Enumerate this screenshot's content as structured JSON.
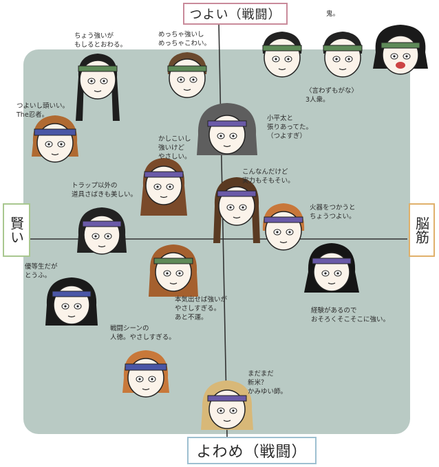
{
  "axes": {
    "top": "つよい（戦闘）",
    "bottom": "よわめ（戦闘）",
    "left": "賢い",
    "right": "脳筋"
  },
  "notes": {
    "oni": "鬼。",
    "trio": "〈言わずもがな〉\n3人衆。",
    "n1": "ちょう強いが\nもしるとおわる。",
    "n2": "めっちゃ強いし\nめっちゃこわい。",
    "n3": "つよいし頭いい。\nThe忍者。",
    "n4": "小平太と\n張りあってた。\n（つよすぎ）",
    "n5": "かしこいし\n強いけど\nやさしい。",
    "n6": "こんなんだけど\n実力もそもそい。",
    "n7": "トラップ以外の\n道具さばきも美しい。",
    "n8": "火器をつかうと\nちょうつよい。",
    "n9": "優等生だが\nとうふ。",
    "n10": "本気出せば強いが\nやさしすぎる。\nあと不運。",
    "n11": "経験があるので\nおそろくそこそこに強い。",
    "n12": "戦闘シーンの\n人徳。やさしすぎる。",
    "n13": "まだまだ\n新米？\nかみゆい師。"
  },
  "colors": {
    "panel": "#b9cac4",
    "axis_top_border": "#c98a9a",
    "axis_bottom_border": "#9dbfd0",
    "axis_left_border": "#a8c78f",
    "axis_right_border": "#e0b06a",
    "headband_green": "#5e8a58",
    "headband_purple": "#6a5aa8",
    "headband_blue": "#4a56a6"
  }
}
